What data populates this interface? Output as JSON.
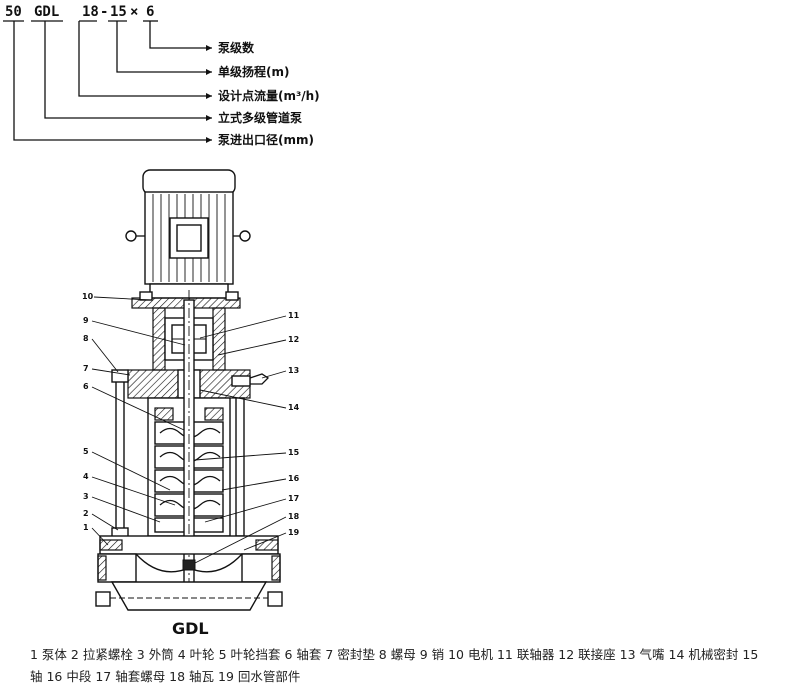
{
  "model_code": {
    "parts": [
      "50",
      "GDL",
      "18",
      "-",
      "15",
      "×",
      "6"
    ],
    "legend": [
      "泵级数",
      "单级扬程(m)",
      "设计点流量(m³/h)",
      "立式多级管道泵",
      "泵进出口径(mm)"
    ]
  },
  "diagram": {
    "title": "GDL",
    "callouts_left": [
      "10",
      "9",
      "8",
      "7",
      "6",
      "5",
      "4",
      "3",
      "2",
      "1"
    ],
    "callouts_right": [
      "11",
      "12",
      "13",
      "14",
      "15",
      "16",
      "17",
      "18",
      "19"
    ]
  },
  "parts_caption": "1 泵体 2 拉紧螺栓 3 外筒 4 叶轮 5 叶轮挡套 6 轴套 7 密封垫 8 螺母 9 销 10 电机 11 联轴器 12 联接座 13 气嘴 14 机械密封 15 轴 16 中段 17 轴套螺母 18 轴瓦 19 回水管部件"
}
